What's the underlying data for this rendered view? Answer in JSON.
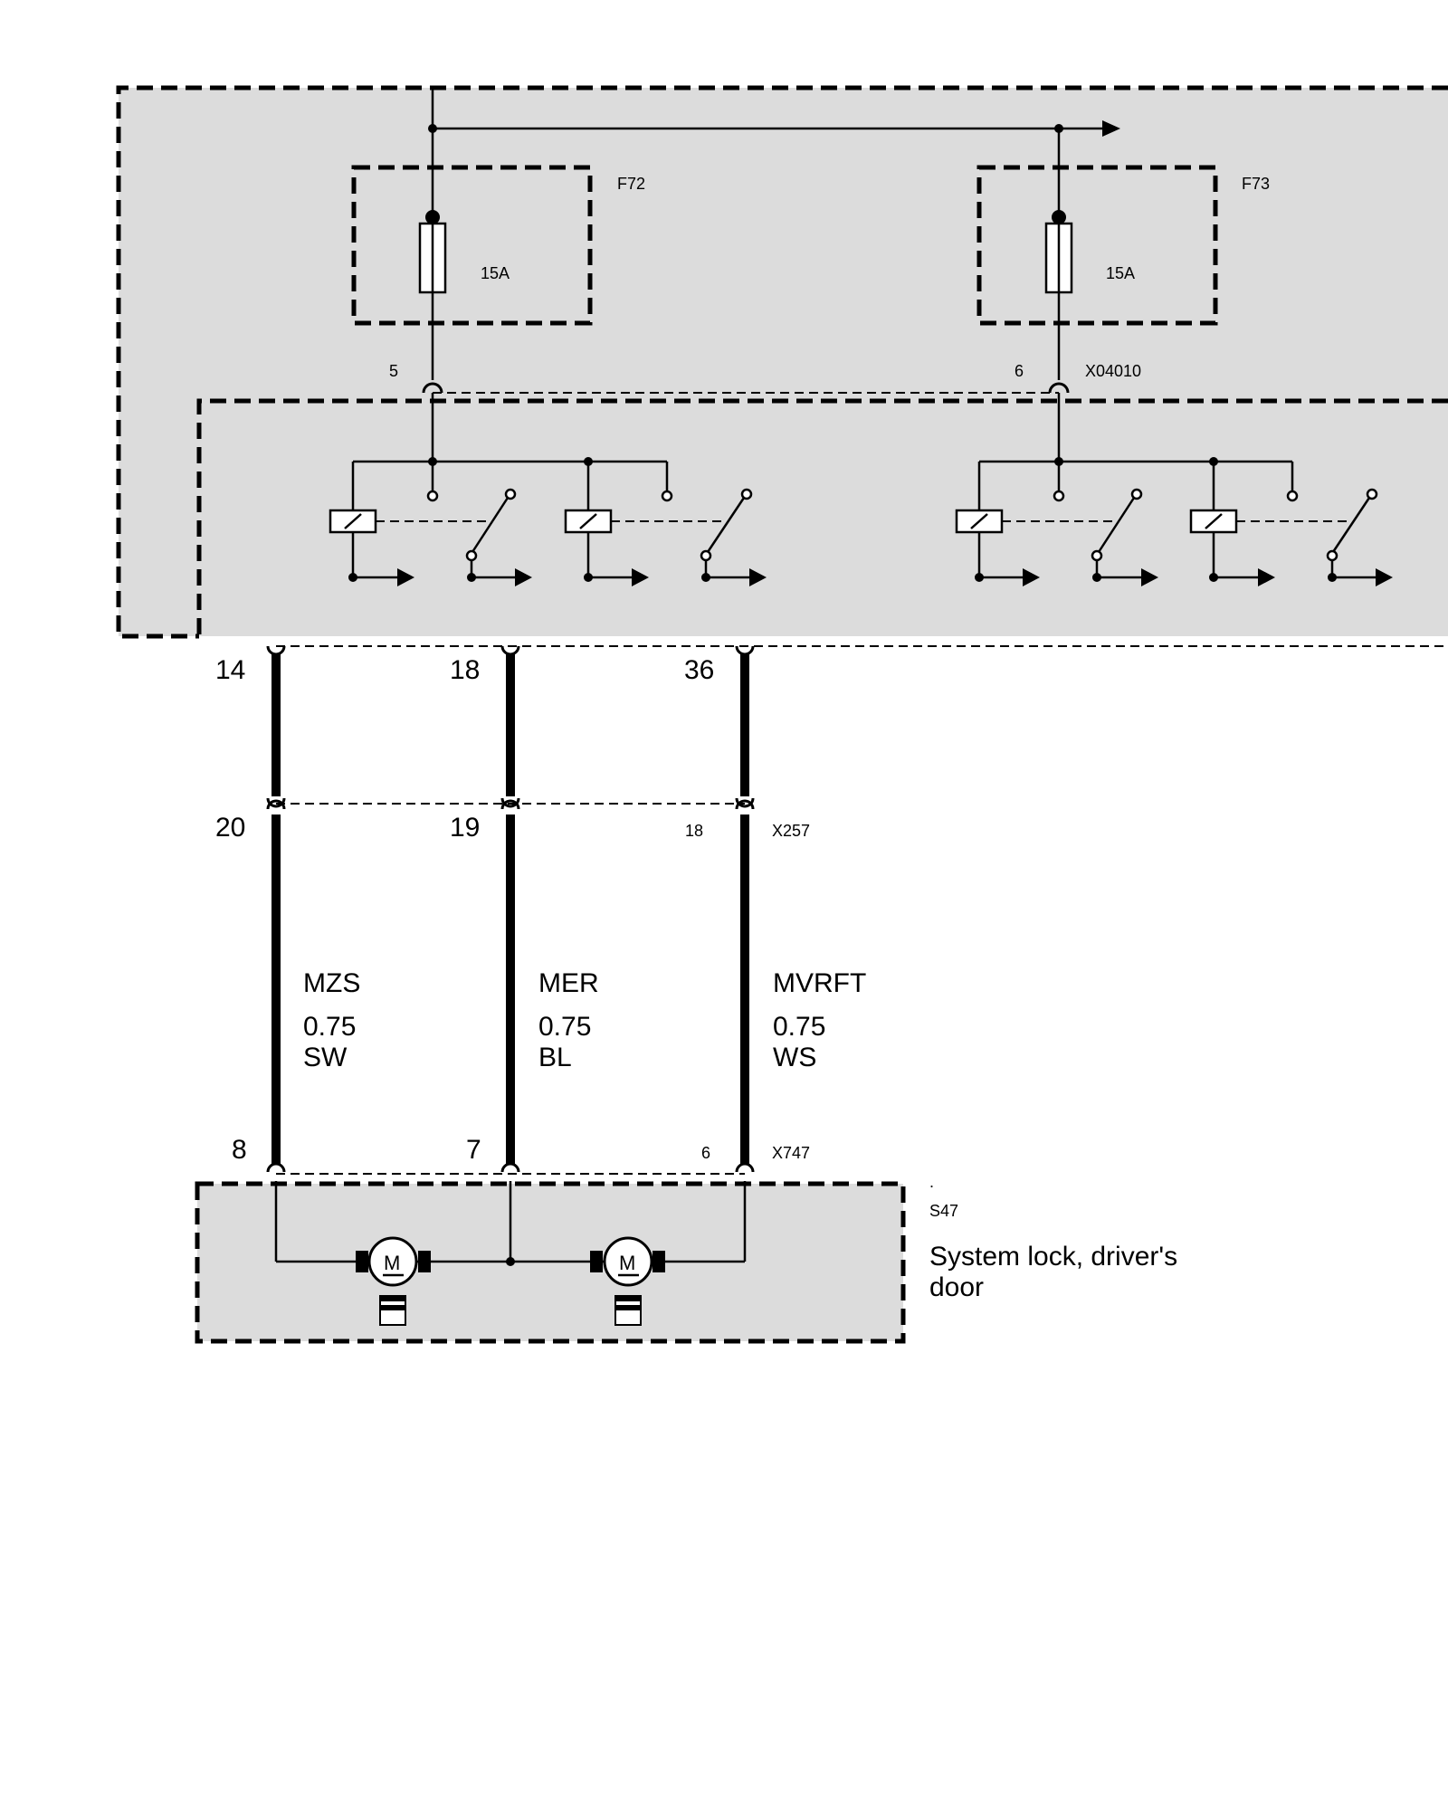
{
  "fuses": [
    {
      "id": "F72",
      "rating": "15A",
      "pin": "5"
    },
    {
      "id": "F73",
      "rating": "15A",
      "pin": "6"
    }
  ],
  "fuse_connector": "X04010",
  "upper_pins": [
    "14",
    "18",
    "36"
  ],
  "mid_connector": {
    "id": "X257",
    "pins": [
      "20",
      "19",
      "18"
    ]
  },
  "wires": [
    {
      "code": "MZS",
      "size": "0.75",
      "color": "SW"
    },
    {
      "code": "MER",
      "size": "0.75",
      "color": "BL"
    },
    {
      "code": "MVRFT",
      "size": "0.75",
      "color": "WS"
    }
  ],
  "lower_connector": {
    "id": "X747",
    "pins": [
      "8",
      "7",
      "6"
    ]
  },
  "component": {
    "mark": ".",
    "id": "S47",
    "name_line1": "System lock, driver's",
    "name_line2": "door"
  },
  "motor_label": "M"
}
